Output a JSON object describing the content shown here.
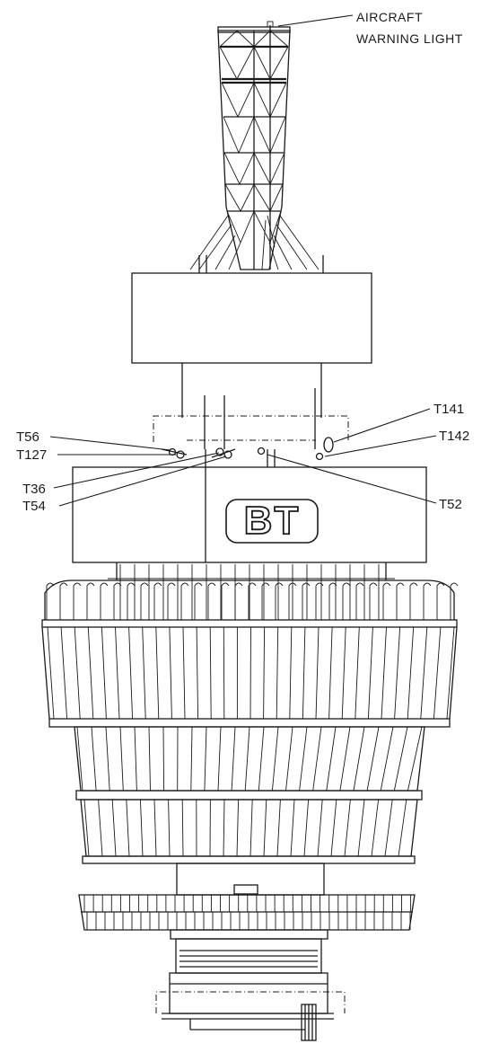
{
  "labels": {
    "aircraft_warning_light": [
      "AIRCRAFT",
      "WARNING LIGHT"
    ],
    "t141": "T141",
    "t142": "T142",
    "t56": "T56",
    "t127": "T127",
    "t36": "T36",
    "t54": "T54",
    "t52": "T52"
  },
  "logo": "BT"
}
